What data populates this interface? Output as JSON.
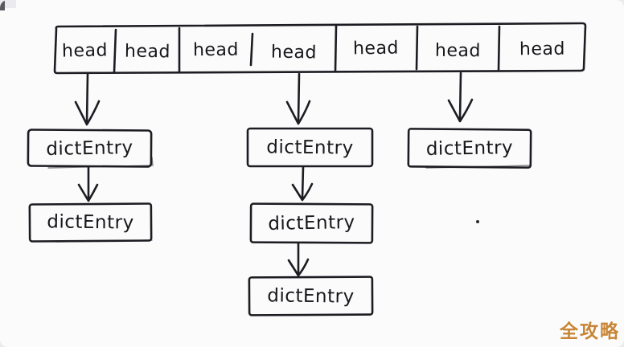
{
  "colors": {
    "ink": "#1c1c22",
    "background": "#fbfbfb",
    "watermark": "#c6812f"
  },
  "head_row": {
    "cells": [
      "head",
      "head",
      "head",
      "head",
      "head",
      "head",
      "head"
    ]
  },
  "columns": [
    {
      "from_head_index": 0,
      "boxes": [
        "dictEntry",
        "dictEntry"
      ]
    },
    {
      "from_head_index": 3,
      "boxes": [
        "dictEntry",
        "dictEntry",
        "dictEntry"
      ]
    },
    {
      "from_head_index": 5,
      "boxes": [
        "dictEntry"
      ]
    }
  ],
  "watermark": {
    "text": "全攻略"
  }
}
